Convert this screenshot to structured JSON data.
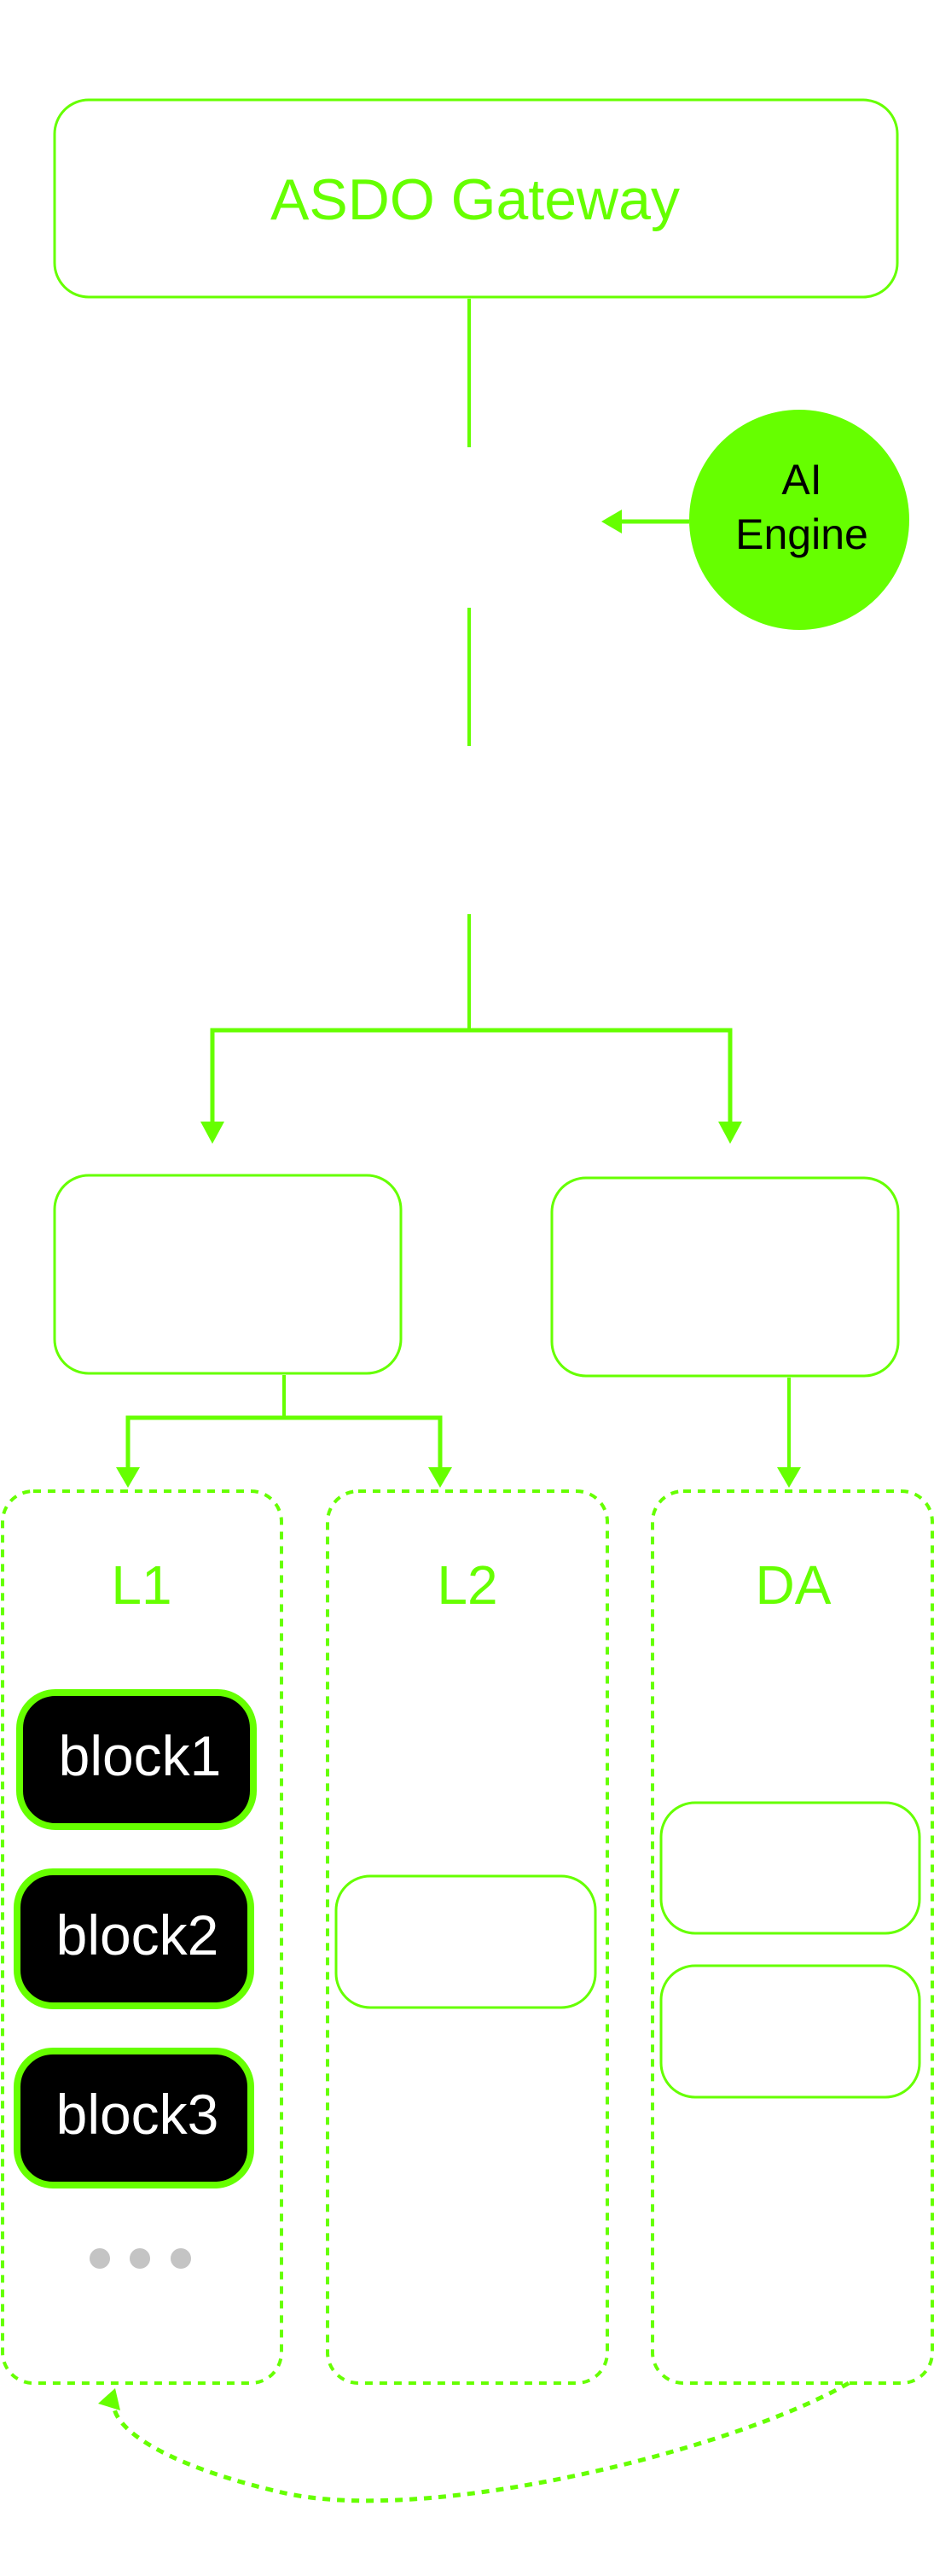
{
  "colors": {
    "accent": "#66FF00",
    "block_fill": "#000000",
    "block_text": "#FFFFFF",
    "engine_text": "#000000",
    "ellipsis": "#C4C4C4",
    "background": "#FFFFFF"
  },
  "gateway": {
    "label": "ASDO Gateway"
  },
  "ai_engine": {
    "label_line1": "AI",
    "label_line2": "Engine"
  },
  "mid_nodes": {
    "left_label": "",
    "right_label": ""
  },
  "columns": [
    {
      "id": "l1",
      "label": "L1",
      "blocks": [
        "block1",
        "block2",
        "block3"
      ],
      "has_more": true
    },
    {
      "id": "l2",
      "label": "L2",
      "empty_slots": 1
    },
    {
      "id": "da",
      "label": "DA",
      "empty_slots": 2
    }
  ],
  "edges": [
    {
      "from": "gateway",
      "to": "mid-left",
      "style": "solid-dashed-segments"
    },
    {
      "from": "gateway",
      "to": "mid-right",
      "style": "solid"
    },
    {
      "from": "ai-engine",
      "to": "gateway-link",
      "style": "solid"
    },
    {
      "from": "mid-left",
      "to": "l1",
      "style": "solid"
    },
    {
      "from": "mid-left",
      "to": "l2",
      "style": "solid"
    },
    {
      "from": "mid-right",
      "to": "da",
      "style": "solid"
    },
    {
      "from": "da",
      "to": "l1",
      "style": "dashed-curve"
    }
  ]
}
